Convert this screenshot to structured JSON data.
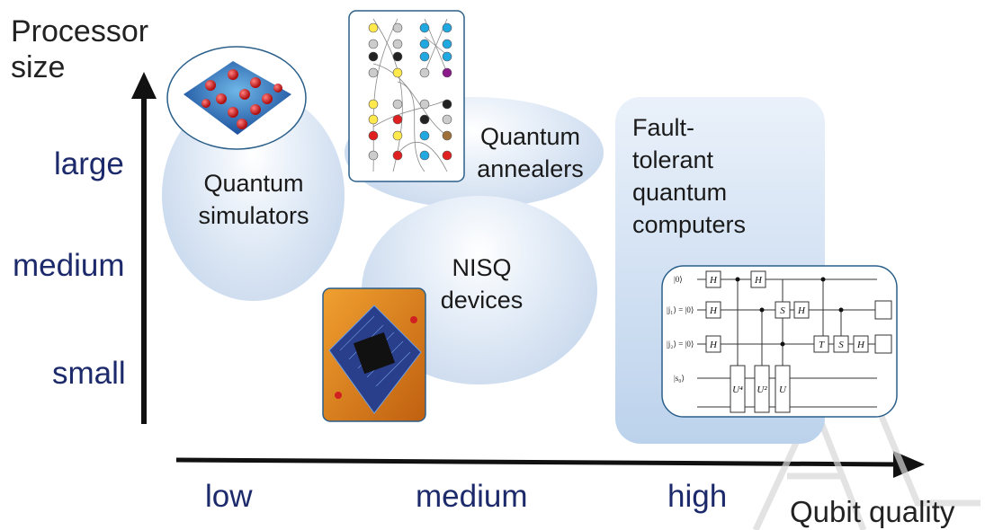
{
  "y_axis": {
    "title": "Processor size",
    "levels": [
      "large",
      "medium",
      "small"
    ]
  },
  "x_axis": {
    "title": "Qubit quality",
    "levels": [
      "low",
      "medium",
      "high"
    ]
  },
  "regions": {
    "simulators": "Quantum simulators",
    "annealers": "Quantum annealers",
    "nisq": "NISQ devices",
    "fault_tolerant": "Fault-tolerant quantum computers"
  },
  "circuit_labels": {
    "kets": [
      "|0⟩",
      "|j₁⟩ = |0⟩",
      "|j₂⟩ = |0⟩",
      "|s₀⟩"
    ],
    "gates": [
      "H",
      "S",
      "T",
      "U⁴",
      "U²",
      "U"
    ]
  },
  "watermark": "AL"
}
